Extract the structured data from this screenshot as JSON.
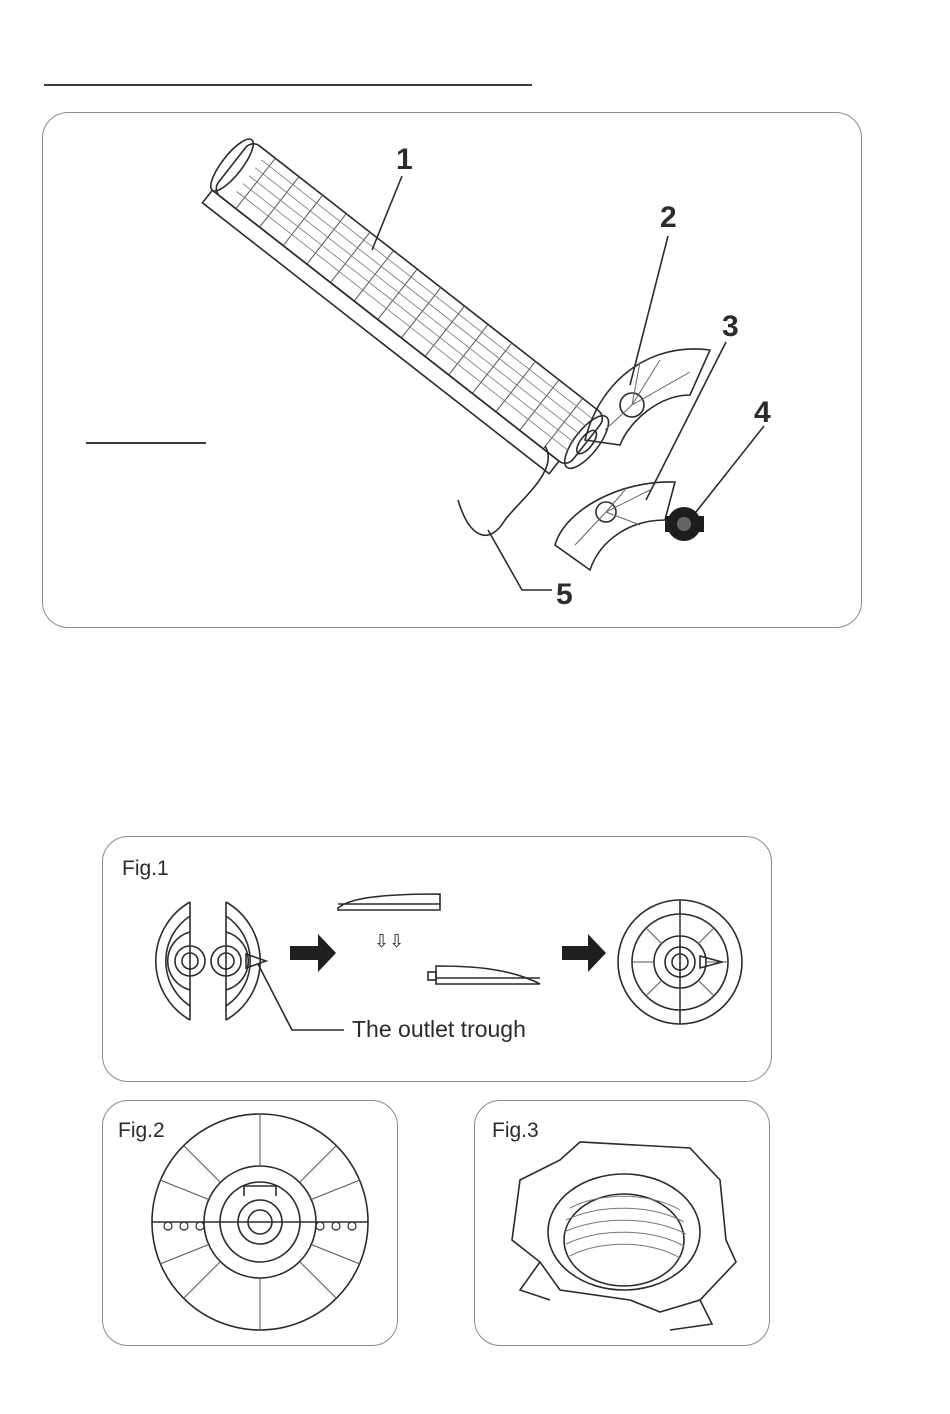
{
  "main_diagram": {
    "callouts": [
      "1",
      "2",
      "3",
      "4",
      "5"
    ]
  },
  "fig1": {
    "label": "Fig.1",
    "caption": "The outlet trough",
    "arrows_glyph": "⇩⇩"
  },
  "fig2": {
    "label": "Fig.2"
  },
  "fig3": {
    "label": "Fig.3"
  }
}
